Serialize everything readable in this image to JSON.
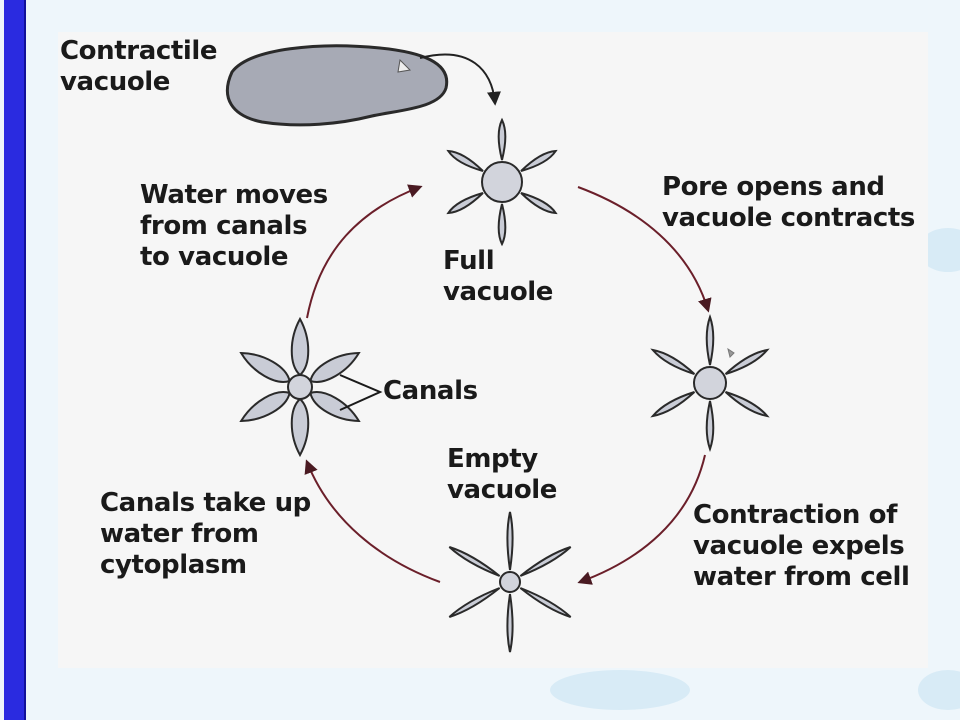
{
  "labels": {
    "contractile_vacuole": [
      "Contractile",
      "vacuole"
    ],
    "water_moves": [
      "Water moves",
      "from canals",
      "to vacuole"
    ],
    "full_vacuole": [
      "Full",
      "vacuole"
    ],
    "pore_opens": [
      "Pore opens and",
      "vacuole contracts"
    ],
    "canals": "Canals",
    "empty_vacuole": [
      "Empty",
      "vacuole"
    ],
    "canals_take_up": [
      "Canals take up",
      "water from",
      "cytoplasm"
    ],
    "contraction": [
      "Contraction of",
      "vacuole expels",
      "water from cell"
    ]
  },
  "colors": {
    "side_bar": "#2a2be0",
    "arrows": "#6b1f2a",
    "vacuole_fill": "#c9ccd6",
    "cell_fill": "#a7aab5",
    "outline": "#2a2a2a"
  },
  "icons": [
    "paramecium-cell-icon",
    "full-vacuole-icon",
    "contracting-vacuole-icon",
    "empty-vacuole-icon",
    "canals-vacuole-icon"
  ]
}
